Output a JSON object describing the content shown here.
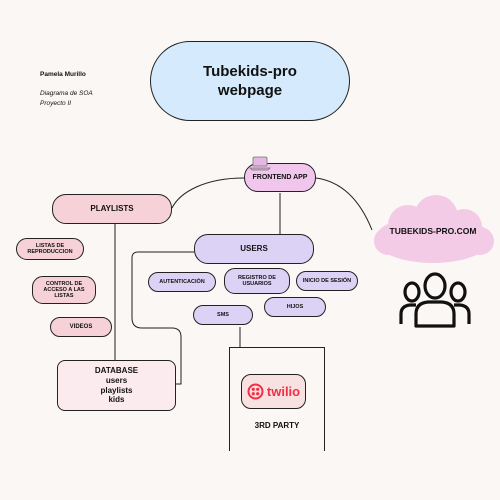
{
  "author": "Pamela Murillo",
  "subtitle": [
    "Diagrama de SOA",
    "Proyecto II"
  ],
  "title": [
    "Tubekids-pro",
    "webpage"
  ],
  "frontend": "FRONTEND APP",
  "cloud_label": "TUBEKIDS-PRO.COM",
  "playlists": {
    "title": "PLAYLISTS",
    "items": [
      "LISTAS DE REPRODUCCION",
      "CONTROL DE ACCESO A LAS LISTAS",
      "VIDEOS"
    ]
  },
  "users": {
    "title": "USERS",
    "items": [
      "AUTENTICACIÓN",
      "REGISTRO DE USUARIOS",
      "INICIO DE SESIÓN",
      "HIJOS",
      "SMS"
    ]
  },
  "database": {
    "title": "DATABASE",
    "items": [
      "users",
      "playlists",
      "kids"
    ]
  },
  "third_party": {
    "brand": "twilio",
    "label": "3RD PARTY"
  },
  "colors": {
    "pink": "#f6d2d8",
    "lavender": "#dcd2f5",
    "blue": "#d5ebfd",
    "cloud": "#f3cbe6",
    "twilio": "#f22f46"
  },
  "icons": [
    "laptop-icon",
    "users-group-icon",
    "twilio-logo-icon"
  ]
}
